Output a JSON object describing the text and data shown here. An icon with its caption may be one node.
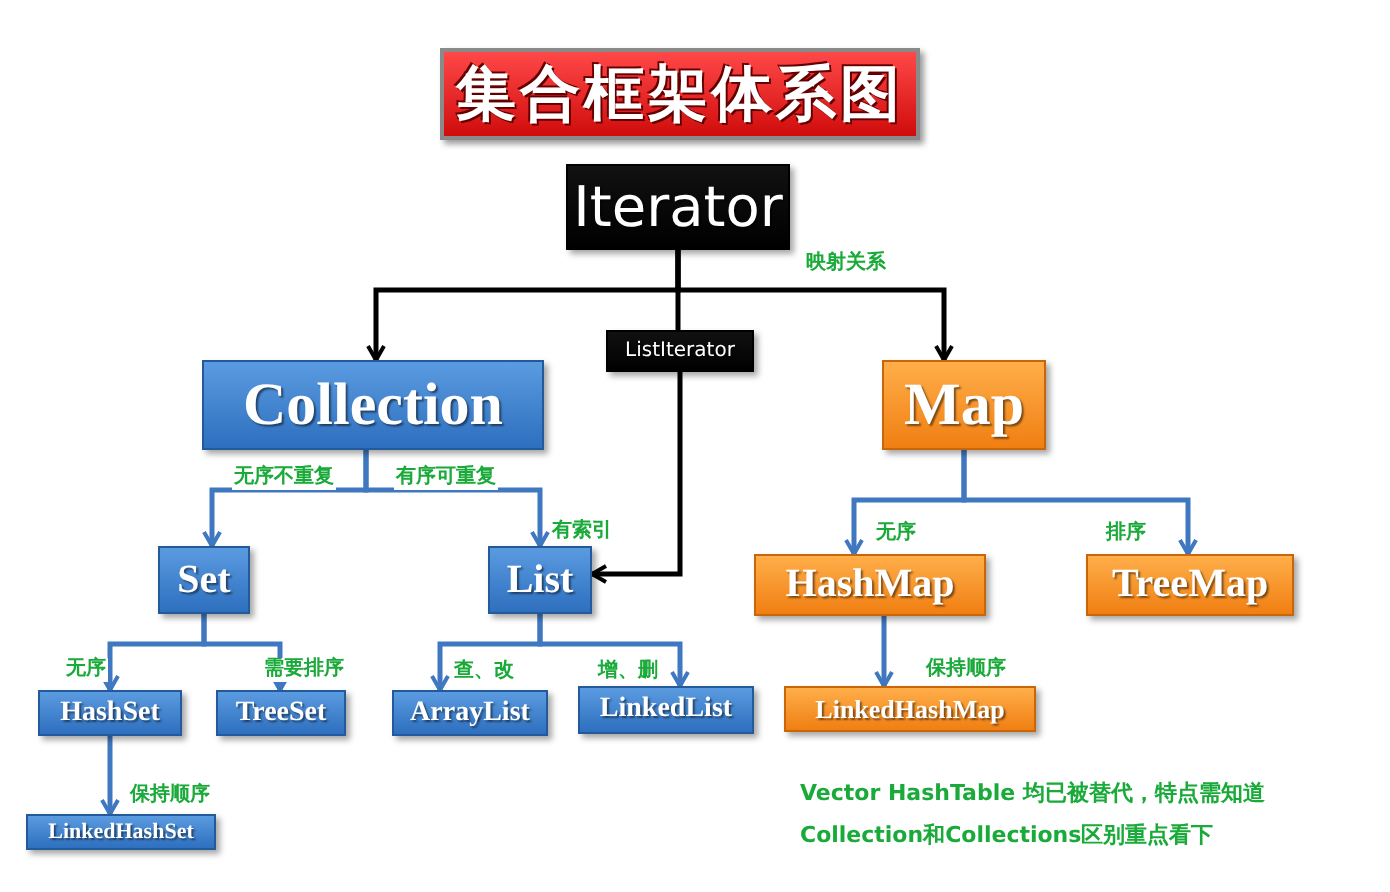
{
  "diagram": {
    "title": "集合框架体系图",
    "nodes": [
      {
        "text": [
          "Iterator"
        ]
      },
      {
        "text": [
          "ListIterator"
        ]
      },
      {
        "text": [
          "Collection"
        ]
      },
      {
        "text": [
          "Map"
        ]
      },
      {
        "text": [
          "Set"
        ]
      },
      {
        "text": [
          "List"
        ]
      },
      {
        "text": [
          "HashMap"
        ]
      },
      {
        "text": [
          "TreeMap"
        ]
      },
      {
        "text": [
          "HashSet"
        ]
      },
      {
        "text": [
          "TreeSet"
        ]
      },
      {
        "text": [
          "ArrayList"
        ]
      },
      {
        "text": [
          "LinkedList"
        ]
      },
      {
        "text": [
          "LinkedHashMap"
        ]
      },
      {
        "text": [
          "LinkedHashSet"
        ]
      }
    ],
    "edges": [
      {
        "from": 0,
        "to": 2,
        "arrow": "to",
        "color": "#000000"
      },
      {
        "from": 0,
        "to": 3,
        "arrow": "to",
        "label": "映射关系",
        "color": "#000000"
      },
      {
        "from": 0,
        "to": 1,
        "arrow": "none",
        "color": "#000000"
      },
      {
        "from": 1,
        "to": 5,
        "arrow": "to",
        "color": "#000000"
      },
      {
        "from": 2,
        "to": 4,
        "arrow": "to",
        "label": "无序不重复"
      },
      {
        "from": 2,
        "to": 5,
        "arrow": "to",
        "label": "有序可重复"
      },
      {
        "from": 4,
        "to": 8,
        "arrow": "to",
        "label": "无序"
      },
      {
        "from": 4,
        "to": 9,
        "arrow": "to",
        "label": "需要排序"
      },
      {
        "from": 5,
        "to": 10,
        "arrow": "to",
        "label": "查、改"
      },
      {
        "from": 5,
        "to": 11,
        "arrow": "to",
        "label": "增、删"
      },
      {
        "from": 8,
        "to": 13,
        "arrow": "to",
        "label": "保持顺序"
      },
      {
        "from": 3,
        "to": 6,
        "arrow": "to",
        "label": "无序"
      },
      {
        "from": 3,
        "to": 7,
        "arrow": "to",
        "label": "排序"
      },
      {
        "from": 6,
        "to": 12,
        "arrow": "to",
        "label": "保持顺序"
      }
    ],
    "labels": [
      "有索引",
      "Vector HashTable 均已被替代，特点需知道",
      "Collection和Collections区别重点看下"
    ]
  }
}
